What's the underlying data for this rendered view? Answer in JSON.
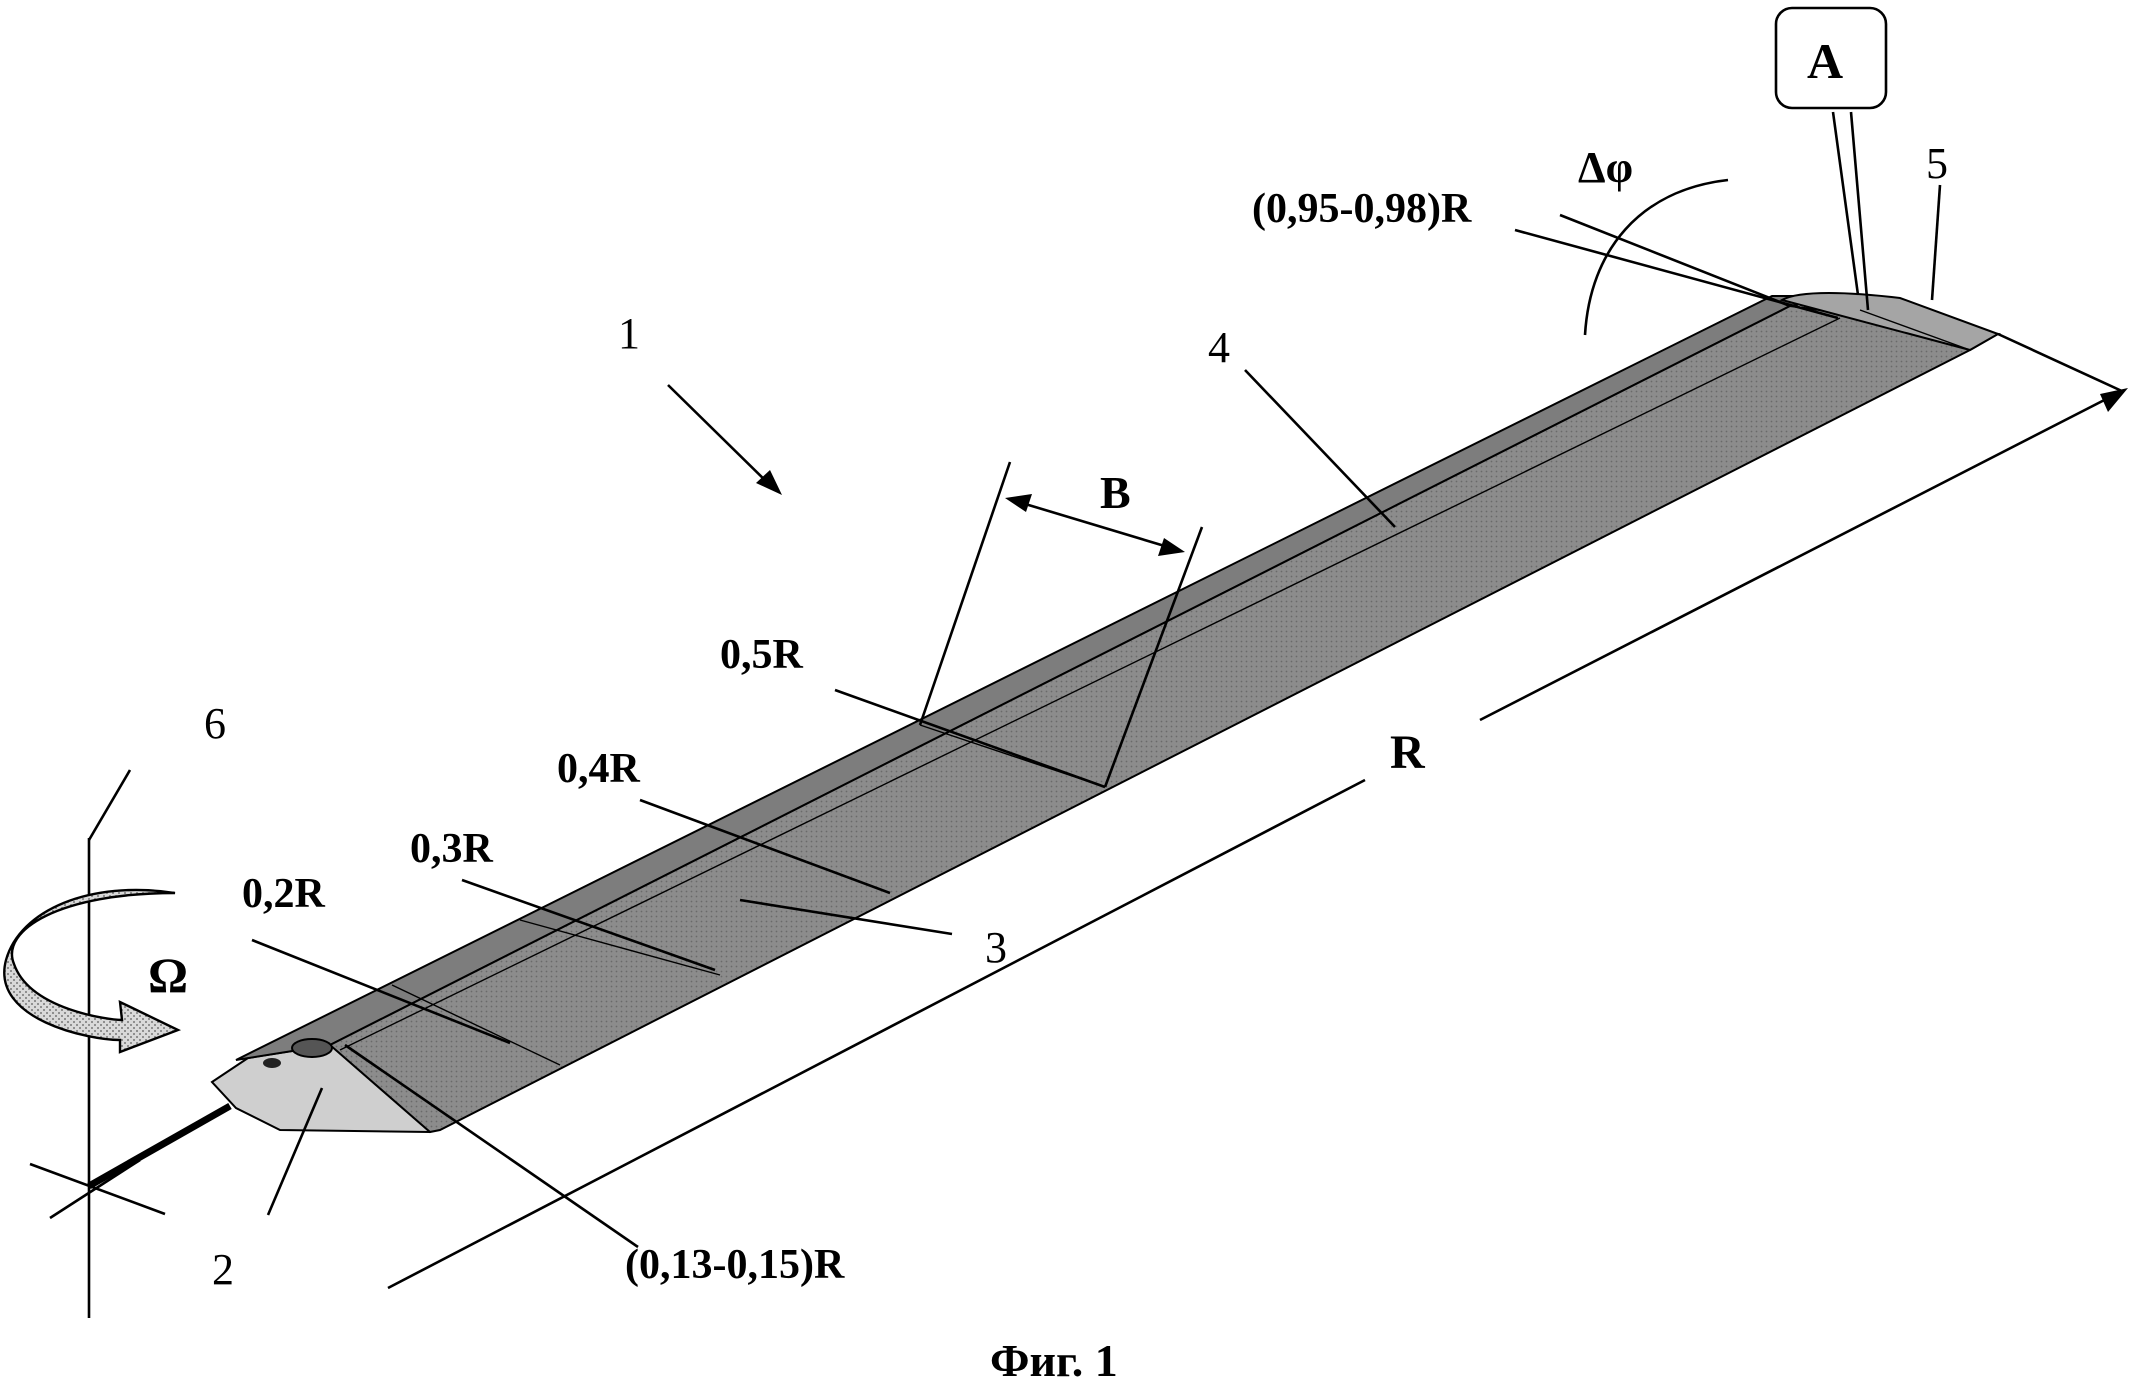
{
  "figure": {
    "caption": "Фиг. 1",
    "labels": {
      "blade": "1",
      "root_part": "2",
      "part_3": "3",
      "part_4": "4",
      "tip": "5",
      "axis": "6",
      "omega": "Ω",
      "detail": "A",
      "chord": "B",
      "radius": "R",
      "twist": "Δφ"
    },
    "stations": {
      "root_range": "(0,13-0,15)R",
      "s02": "0,2R",
      "s03": "0,3R",
      "s04": "0,4R",
      "s05": "0,5R",
      "tip_range": "(0,95-0,98)R"
    },
    "colors": {
      "blade_surface": "#8c8c8c",
      "blade_front": "#6e6e6e",
      "root_fairing": "#c8c8c8",
      "arrow_fill": "#cfcfcf",
      "line": "#000000"
    }
  }
}
